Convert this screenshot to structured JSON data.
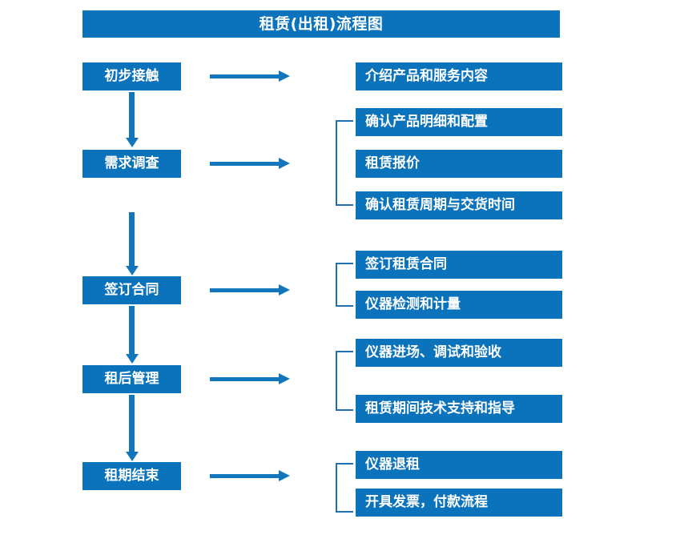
{
  "document": {
    "title": "租赁(出租)流程图",
    "accent_color": "#0b72bc",
    "arrow_color": "#1276bd",
    "bracket_color": "#1f6fb2",
    "background_color": "#ffffff"
  },
  "flow": {
    "stages": [
      {
        "label": "初步接触",
        "details": [
          {
            "label": "介绍产品和服务内容"
          }
        ]
      },
      {
        "label": "需求调查",
        "details": [
          {
            "label": "确认产品明细和配置"
          },
          {
            "label": "租赁报价"
          },
          {
            "label": "确认租赁周期与交货时间"
          }
        ]
      },
      {
        "label": "签订合同",
        "details": [
          {
            "label": "签订租赁合同"
          },
          {
            "label": "仪器检测和计量"
          }
        ]
      },
      {
        "label": "租后管理",
        "details": [
          {
            "label": "仪器进场、调试和验收"
          },
          {
            "label": "租赁期间技术支持和指导"
          }
        ]
      },
      {
        "label": "租期结束",
        "details": [
          {
            "label": "仪器退租"
          },
          {
            "label": "开具发票，付款流程"
          }
        ]
      }
    ]
  }
}
